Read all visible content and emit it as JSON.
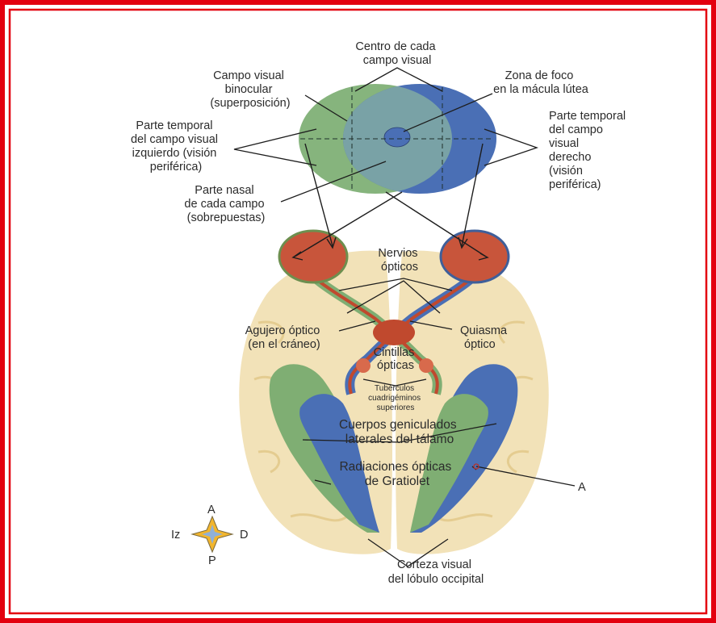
{
  "colors": {
    "frame": "#e3000f",
    "brain": "#f2e2b8",
    "brain_fold": "#e7cf96",
    "green": "#7fae73",
    "blue": "#4a6fb5",
    "nerve_red": "#c0492e"
  },
  "labels": {
    "centro": [
      "Centro de cada",
      "campo visual"
    ],
    "zona_foco": [
      "Zona de foco",
      "en la mácula lútea"
    ],
    "binocular": [
      "Campo visual",
      "binocular",
      "(superposición)"
    ],
    "temporal_izq": [
      "Parte temporal",
      "del campo visual",
      "izquierdo (visión",
      "periférica)"
    ],
    "temporal_der": [
      "Parte temporal",
      "del campo",
      "visual",
      "derecho",
      "(visión",
      "periférica)"
    ],
    "nasal": [
      "Parte nasal",
      "de cada campo",
      "(sobrepuestas)"
    ],
    "nervios": [
      "Nervios",
      "ópticos"
    ],
    "agujero": [
      "Agujero óptico",
      "(en el cráneo)"
    ],
    "quiasma": [
      "Quiasma",
      "óptico"
    ],
    "cintillas": [
      "Cintillas",
      "ópticas"
    ],
    "tuberculos": [
      "Tubérculos",
      "cuadrigéminos",
      "superiores"
    ],
    "cuerpos": [
      "Cuerpos geniculados",
      "laterales del tálamo"
    ],
    "radiaciones": [
      "Radiaciones ópticas",
      "de Gratiolet"
    ],
    "a_marker": "A",
    "corteza": [
      "Corteza visual",
      "del lóbulo occipital"
    ]
  },
  "compass": {
    "north": "A",
    "south": "P",
    "west": "Iz",
    "east": "D"
  }
}
